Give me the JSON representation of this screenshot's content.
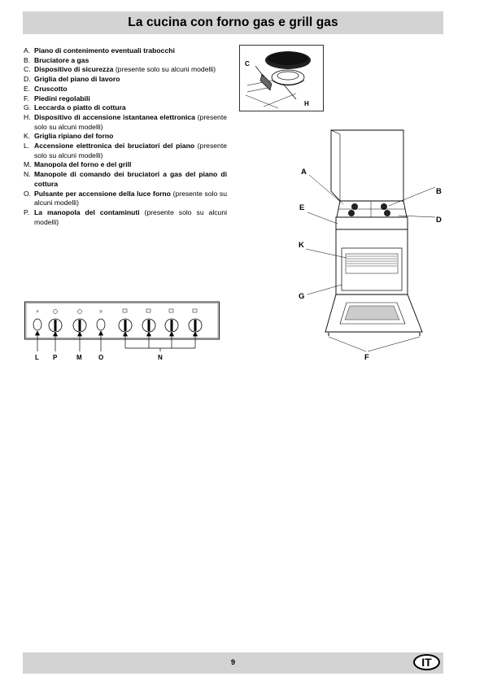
{
  "page": {
    "title": "La cucina con forno gas e grill gas",
    "page_number": "9",
    "language_badge": "IT"
  },
  "legend": [
    {
      "letter": "A.",
      "title": "Piano di contenimento eventuali trabocchi",
      "note": ""
    },
    {
      "letter": "B.",
      "title": "Bruciatore a gas",
      "note": ""
    },
    {
      "letter": "C.",
      "title": "Dispositivo di sicurezza",
      "note": " (presente solo su alcuni modelli)"
    },
    {
      "letter": "D.",
      "title": "Griglia del piano di lavoro",
      "note": ""
    },
    {
      "letter": "E.",
      "title": "Cruscotto",
      "note": ""
    },
    {
      "letter": "F.",
      "title": "Piedini regolabili",
      "note": ""
    },
    {
      "letter": "G.",
      "title": "Leccarda o piatto di cottura",
      "note": ""
    },
    {
      "letter": "H.",
      "title": "Dispositivo di accensione istantanea elettronica",
      "note": " (presente solo su alcuni modelli)"
    },
    {
      "letter": "K.",
      "title": "Griglia ripiano del forno",
      "note": ""
    },
    {
      "letter": "L.",
      "title": "Accensione elettronica dei bruciatori del piano",
      "note": " (presente solo su alcuni modelli)"
    },
    {
      "letter": "M.",
      "title": "Manopola del forno e del grill",
      "note": ""
    },
    {
      "letter": "N.",
      "title": "Manopole di comando dei bruciatori a gas del piano di cottura",
      "note": ""
    },
    {
      "letter": "O.",
      "title": "Pulsante per accensione della luce forno",
      "note": " (presente solo su alcuni modelli)"
    },
    {
      "letter": "P.",
      "title": "La manopola del contaminuti",
      "note": " (presente solo su alcuni modelli)"
    }
  ],
  "figures": {
    "burner_labels": {
      "c": "C",
      "h": "H"
    },
    "stove_labels": {
      "a": "A",
      "b": "B",
      "d": "D",
      "e": "E",
      "k": "K",
      "g": "G",
      "f": "F"
    },
    "panel_labels": {
      "l": "L",
      "p": "P",
      "m": "M",
      "o": "O",
      "n": "N"
    }
  }
}
